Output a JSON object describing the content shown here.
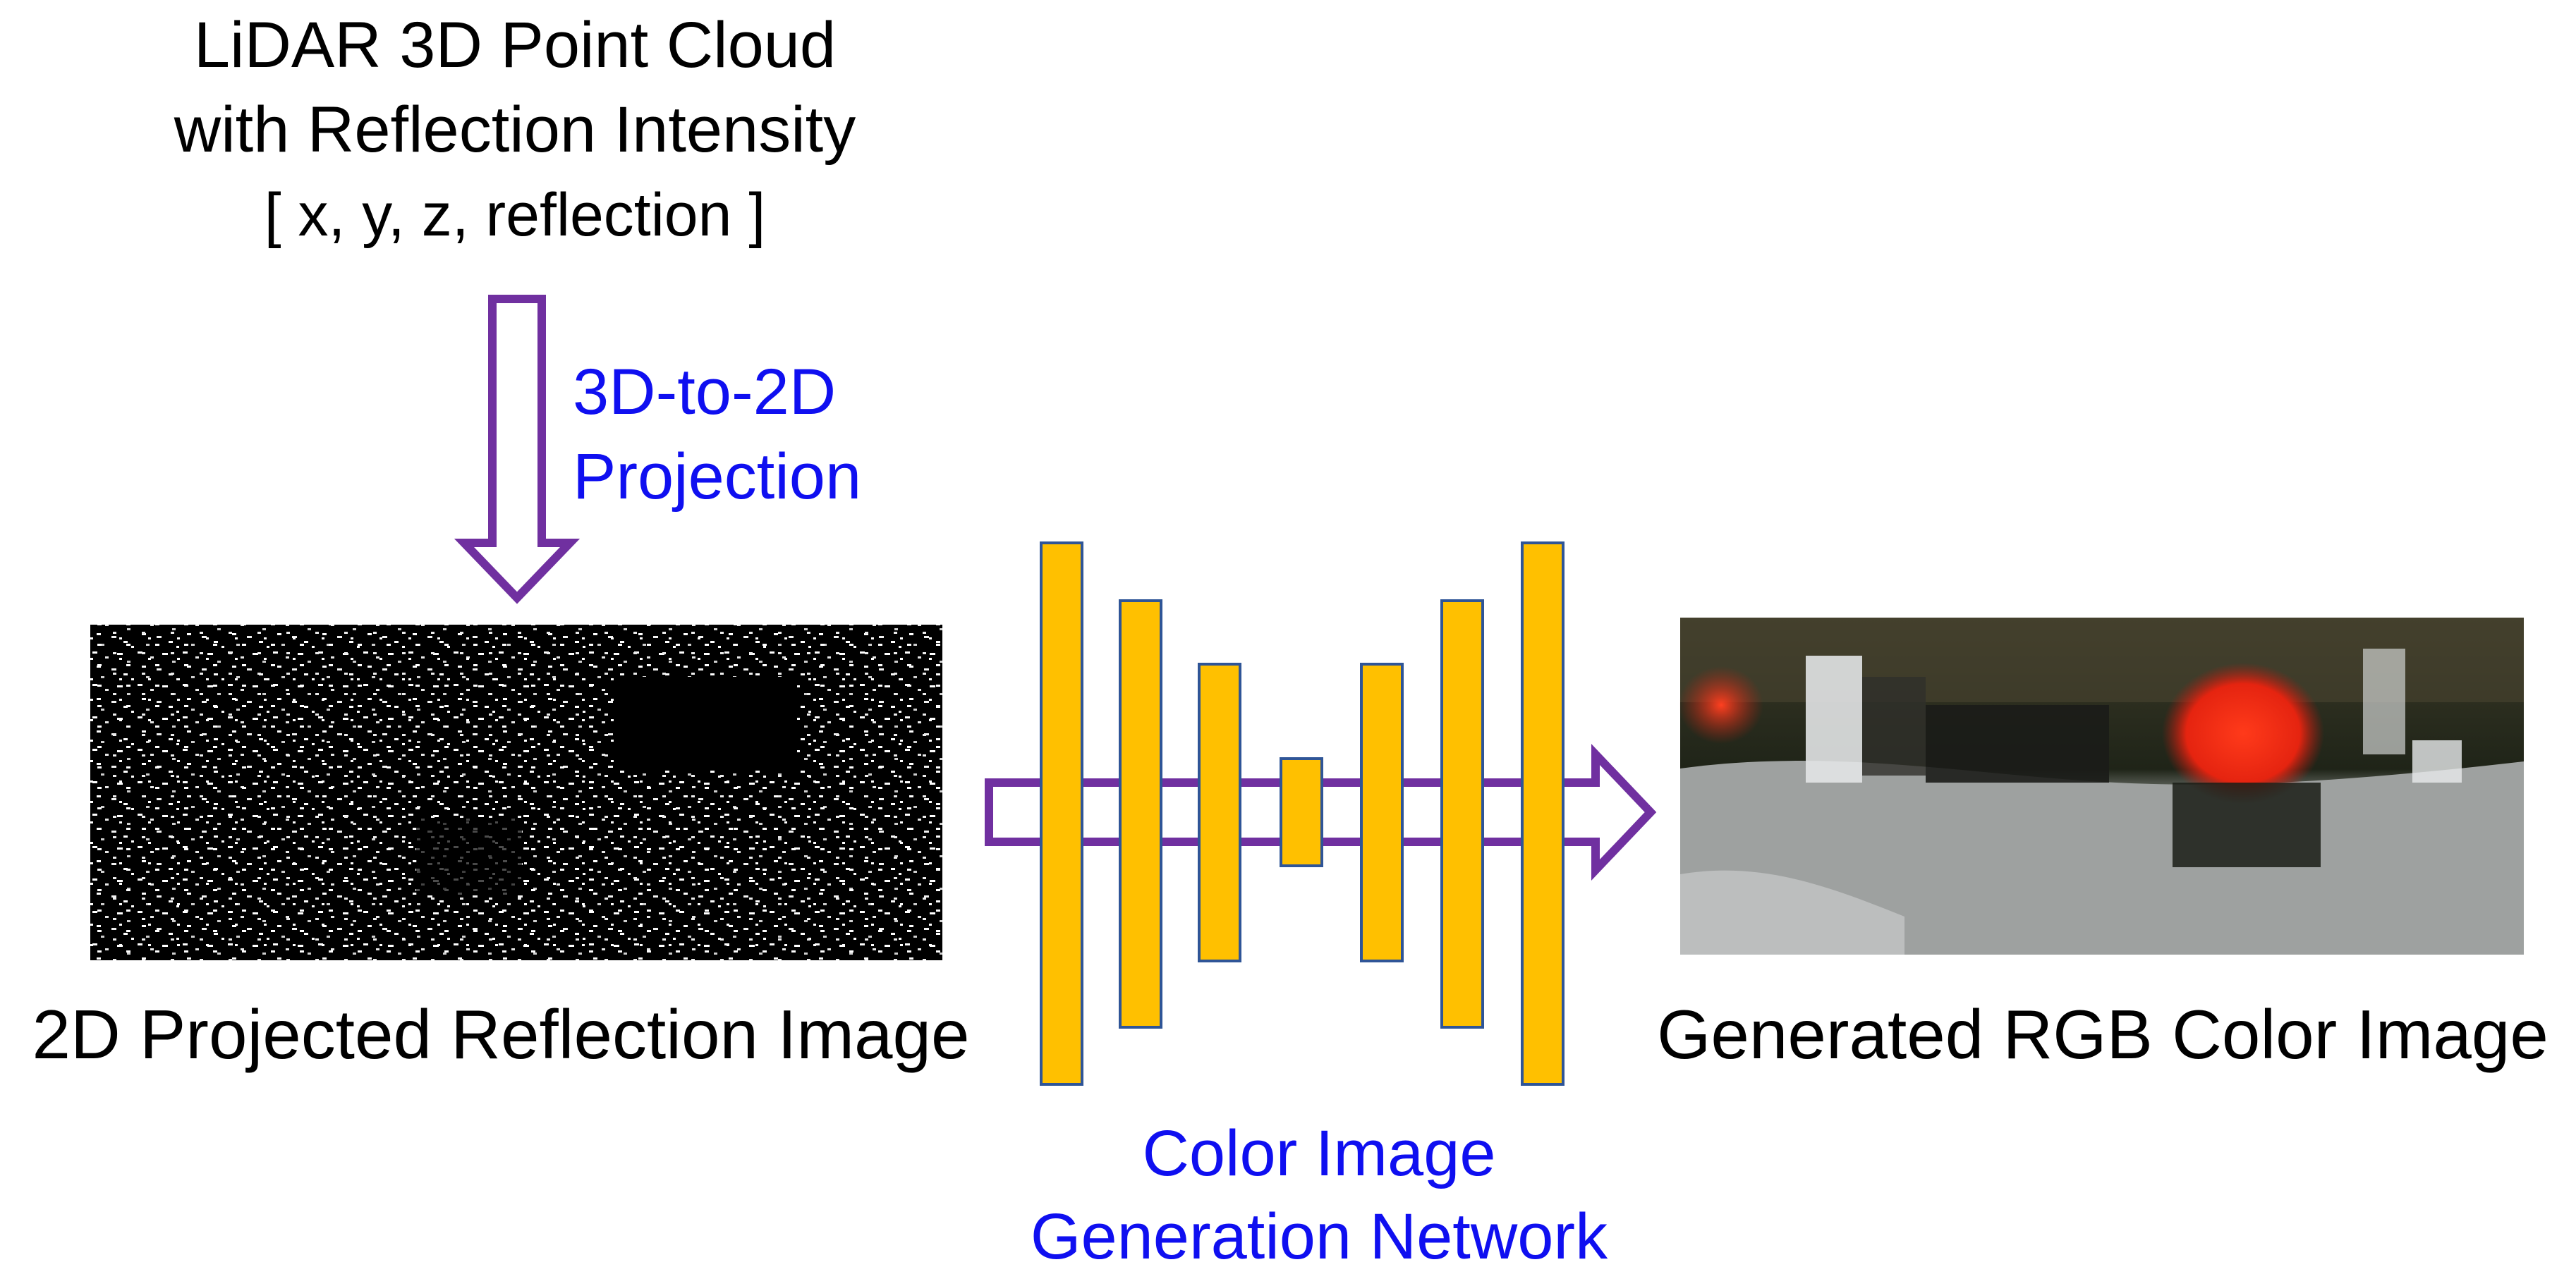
{
  "input": {
    "title_line1": "LiDAR 3D Point Cloud",
    "title_line2": "with Reflection Intensity",
    "vector": "[ x, y, z, reflection ]"
  },
  "projection_label": {
    "line1": "3D-to-2D",
    "line2": "Projection"
  },
  "reflection_image": {
    "caption": "2D Projected Reflection Image"
  },
  "network": {
    "line1": "Color Image",
    "line2": "Generation Network",
    "layer_fill": "#FFC000",
    "layer_stroke": "#2F5597"
  },
  "output_image": {
    "caption": "Generated RGB Color Image"
  },
  "colors": {
    "arrow": "#7030A0",
    "label_blue": "#0F0FF0",
    "text": "#000000"
  }
}
